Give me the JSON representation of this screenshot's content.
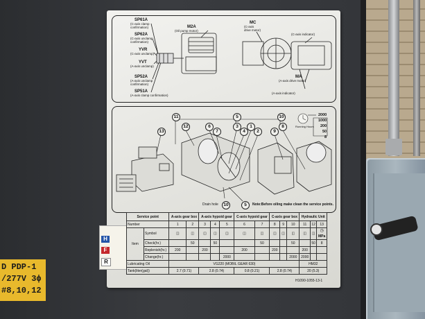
{
  "colors": {
    "plate": "#e8e8e4",
    "cabinet": "#35373a",
    "label_yellow": "#e8b92c",
    "h_blue": "#2455a8",
    "f_red": "#c4282c"
  },
  "upper_panel": {
    "labels": [
      {
        "name": "SP61A",
        "desc": "(C-axis clamp\nconfirmation)"
      },
      {
        "name": "SP62A",
        "desc": "(C-axis unclamp\nconfirmation)"
      },
      {
        "name": "YVR",
        "desc": "(C-axis unclamp)"
      },
      {
        "name": "YVT",
        "desc": "(A-axis unclamp)"
      },
      {
        "name": "SP52A",
        "desc": "(A-axis unclamp\nconfirmation)"
      },
      {
        "name": "SP51A",
        "desc": "(A-axis clamp confirmation)"
      }
    ],
    "m2a": {
      "name": "M2A",
      "desc": "(Oil pump motor)"
    },
    "mc": {
      "name": "MC",
      "desc": "(C-axis\ndrive motor)"
    },
    "c_axis_indicator": "(C-axis indicator)",
    "ma": {
      "name": "MA",
      "desc": "(A-axis drive motor)"
    },
    "a_axis_indicator": "(A-axis indicator)"
  },
  "lower_panel": {
    "running_hours_label": "Running Hours",
    "hours_scale": [
      "2000",
      "1000",
      "200",
      "50",
      "8"
    ],
    "drain_hole_label": "Drain hole",
    "note": "Note:Before oiling make clean the service points.",
    "callouts": [
      "11",
      "5",
      "10",
      "13",
      "12",
      "6",
      "7",
      "3",
      "1",
      "4",
      "2",
      "9",
      "8",
      "10",
      "5"
    ]
  },
  "table": {
    "service_point_label": "Service point",
    "groups": [
      "A-axis gear box",
      "A-axis hypoid gear",
      "C-axis hypoid gear",
      "C-axis gear box",
      "Hydraulic Unit"
    ],
    "number_label": "Number",
    "numbers": [
      "1",
      "2",
      "3",
      "4",
      "5",
      "6",
      "7",
      "8",
      "9",
      "10",
      "11",
      "12",
      "13"
    ],
    "symbol_label": "Symbol",
    "item_label": "Item",
    "mpa_label": "MPa",
    "rows": [
      {
        "label": "Check(hr.)",
        "cells": [
          "",
          "50",
          "",
          "50",
          "",
          "",
          "50",
          "",
          "",
          "50",
          "",
          "50",
          "8"
        ]
      },
      {
        "label": "Replenish(hr.)",
        "cells": [
          "200",
          "",
          "200",
          "",
          "",
          "200",
          "",
          "200",
          "",
          "",
          "200",
          "",
          ""
        ]
      },
      {
        "label": "Change(hr.)",
        "cells": [
          "",
          "",
          "",
          "",
          "2000",
          "",
          "",
          "",
          "",
          "2000",
          "2000",
          "",
          ""
        ]
      }
    ],
    "lubricating_oil_label": "Lubricating Oil",
    "oil_main": "VG220 (MOBIL GEAR 630)",
    "oil_hydraulic": "HM32",
    "tank_label": "Tank(liter(gal))",
    "tanks": [
      "2.7 (0.71)",
      "2.8 (0.74)",
      "0.8 (0.21)",
      "2.8 (0.74)",
      "20 (5.3)"
    ]
  },
  "sticker_letters": [
    "H",
    "F",
    "R"
  ],
  "part_number": "H1090-1055-13-1",
  "pdp_label": {
    "line1": "D PDP-1",
    "line2": "/277V 3ϕ",
    "line3": "#8,10,12"
  }
}
